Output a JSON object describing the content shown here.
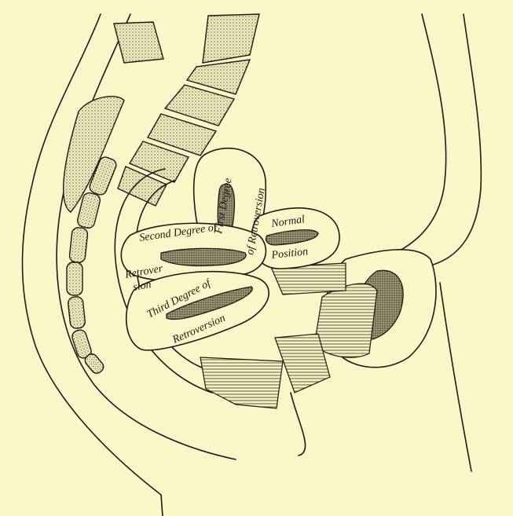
{
  "diagram": {
    "labels": {
      "normal": "Normal",
      "position": "Position",
      "first_degree": "First Degree",
      "first_of_retroversion": "of Retroversion",
      "second_degree": "Second Degree of",
      "retroversion_part1": "Retrover",
      "retroversion_part2": "sion",
      "third_degree": "Third Degree of",
      "third_retroversion": "Retroversion"
    }
  }
}
